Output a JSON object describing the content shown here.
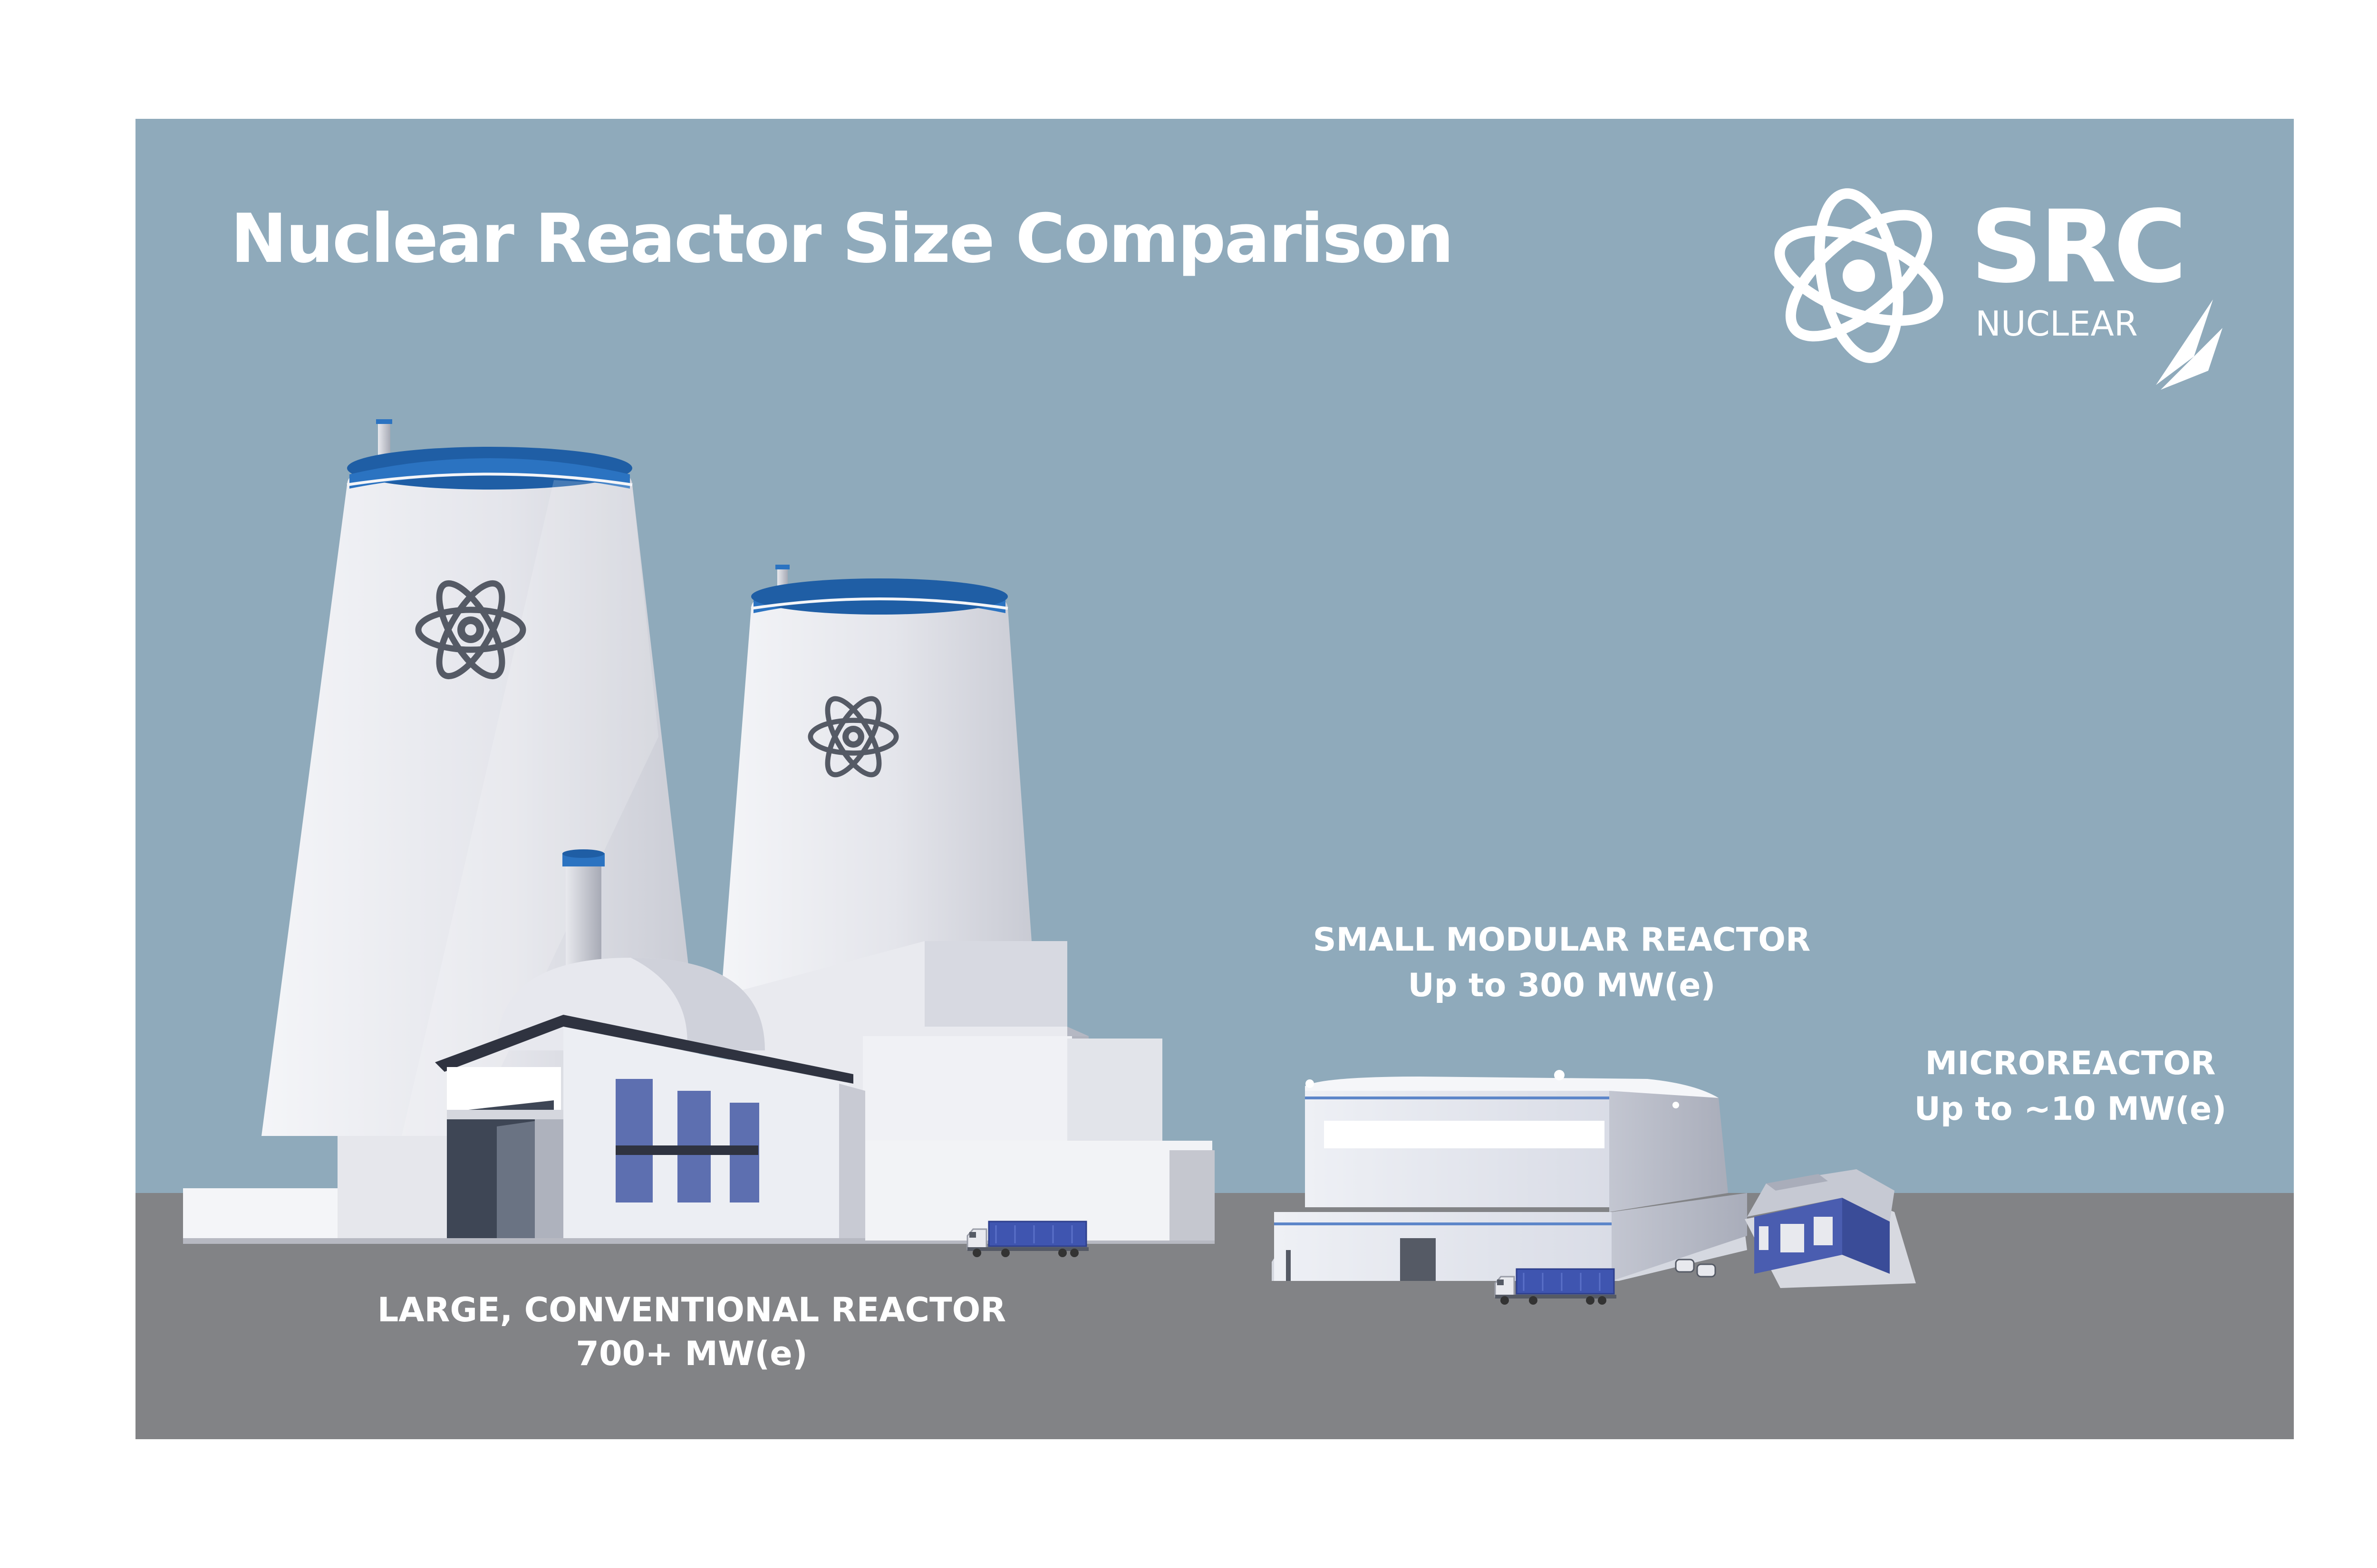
{
  "title": "Nuclear Reactor Size Comparison",
  "logo": {
    "brand": "SRC",
    "sub": "NUCLEAR"
  },
  "reactors": {
    "large": {
      "name": "LARGE, CONVENTIONAL REACTOR",
      "capacity": "700+ MW(e)"
    },
    "smr": {
      "name": "SMALL MODULAR REACTOR",
      "capacity": "Up to 300 MW(e)"
    },
    "micro": {
      "name": "MICROREACTOR",
      "capacity": "Up to ~10 MW(e)"
    }
  },
  "colors": {
    "sky": "#8faabb",
    "ground": "#828386",
    "accent": "#2b73c1",
    "building_light": "#e6e7ec",
    "building_shade": "#bcbec8",
    "icon_dark": "#555a65",
    "micro_blue": "#4a5db0"
  }
}
